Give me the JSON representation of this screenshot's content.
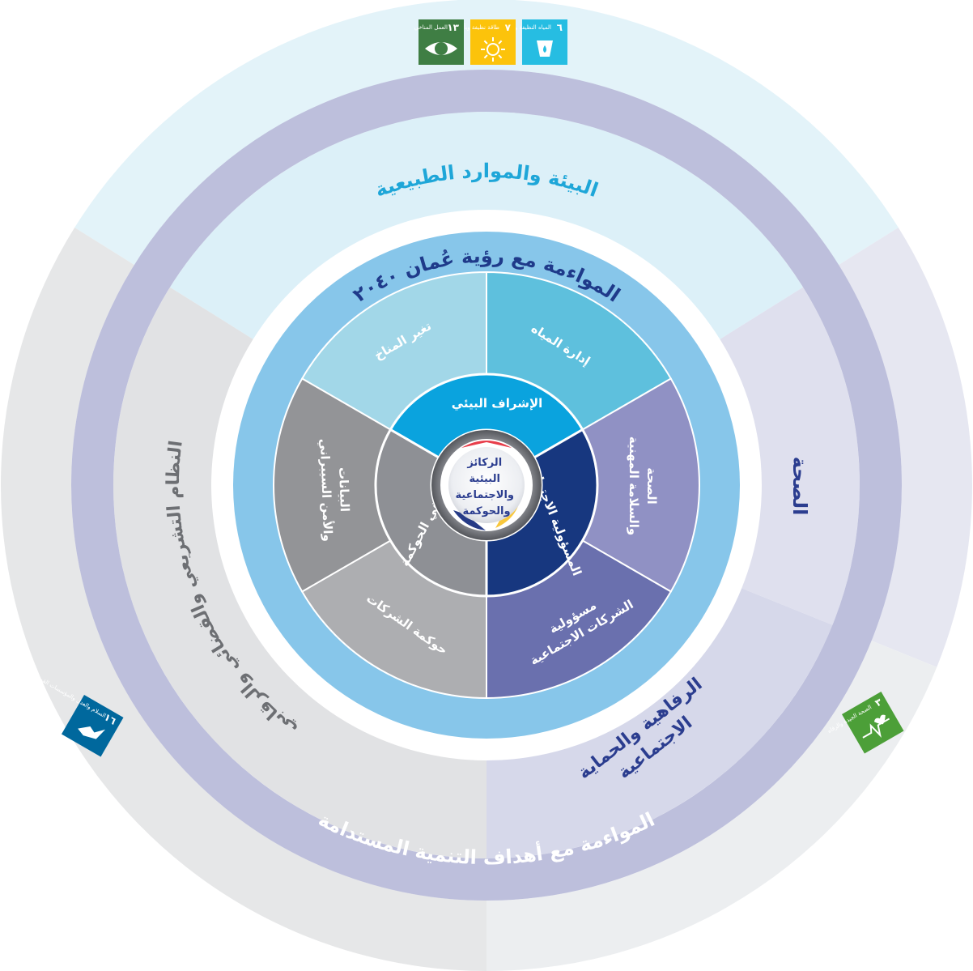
{
  "outer_ring": {
    "sectors": [
      {
        "id": "env",
        "label": "البيئة والموارد الطبيعية",
        "color": "#1ea6d8"
      },
      {
        "id": "health",
        "label": "الصحة",
        "color": "#2b3d8f"
      },
      {
        "id": "welfare",
        "label": "الرفاهية والحماية الاجتماعية",
        "color": "#2b3d8f"
      },
      {
        "id": "legal",
        "label": "النظام التشريعي والقضائي والرقابي",
        "color": "#6d6f73"
      }
    ]
  },
  "sdg_ring": {
    "label": "المواءمة مع أهداف التنمية المستدامة"
  },
  "vision_ring": {
    "label": "المواءمة مع رؤية عُمان ٢٠٤٠"
  },
  "topics": [
    {
      "id": "water",
      "label": "إدارة المياه"
    },
    {
      "id": "climate",
      "label": "تغير المناخ"
    },
    {
      "id": "ohs",
      "label": "الصحة والسلامة المهنية"
    },
    {
      "id": "csr",
      "label": "مسؤولية الشركات الاجتماعية"
    },
    {
      "id": "corp-gov",
      "label": "حوكمة الشركات"
    },
    {
      "id": "cyber",
      "label": "البيانات والأمن السيبراني"
    }
  ],
  "pillars": [
    {
      "id": "env",
      "label": "الإشراف البيئي"
    },
    {
      "id": "social",
      "label": "المسؤولية الاجتماعية"
    },
    {
      "id": "gov",
      "label": "التميز في الحوكمة"
    }
  ],
  "center": {
    "lines": [
      "الركائز",
      "البيئية",
      "والاجتماعية",
      "والحوكمة"
    ]
  },
  "sdg_badges": [
    {
      "id": "sdg6",
      "number": "٦",
      "text": "المياه النظيفة والنظافة الصحية",
      "color": "#26bde2",
      "icon": "water-drop-icon"
    },
    {
      "id": "sdg7",
      "number": "٧",
      "text": "طاقة نظيفة وبأسعار معقولة",
      "color": "#fcc30b",
      "icon": "sun-icon"
    },
    {
      "id": "sdg13",
      "number": "١٣",
      "text": "العمل المناخي",
      "color": "#3f7e44",
      "icon": "eye-globe-icon"
    },
    {
      "id": "sdg16",
      "number": "١٦",
      "text": "السلام والعدل والمؤسسات القوية",
      "color": "#00689d",
      "icon": "dove-icon"
    },
    {
      "id": "sdg3",
      "number": "٣",
      "text": "الصحة الجيدة والرفاه",
      "color": "#4c9f38",
      "icon": "heartbeat-icon"
    }
  ]
}
